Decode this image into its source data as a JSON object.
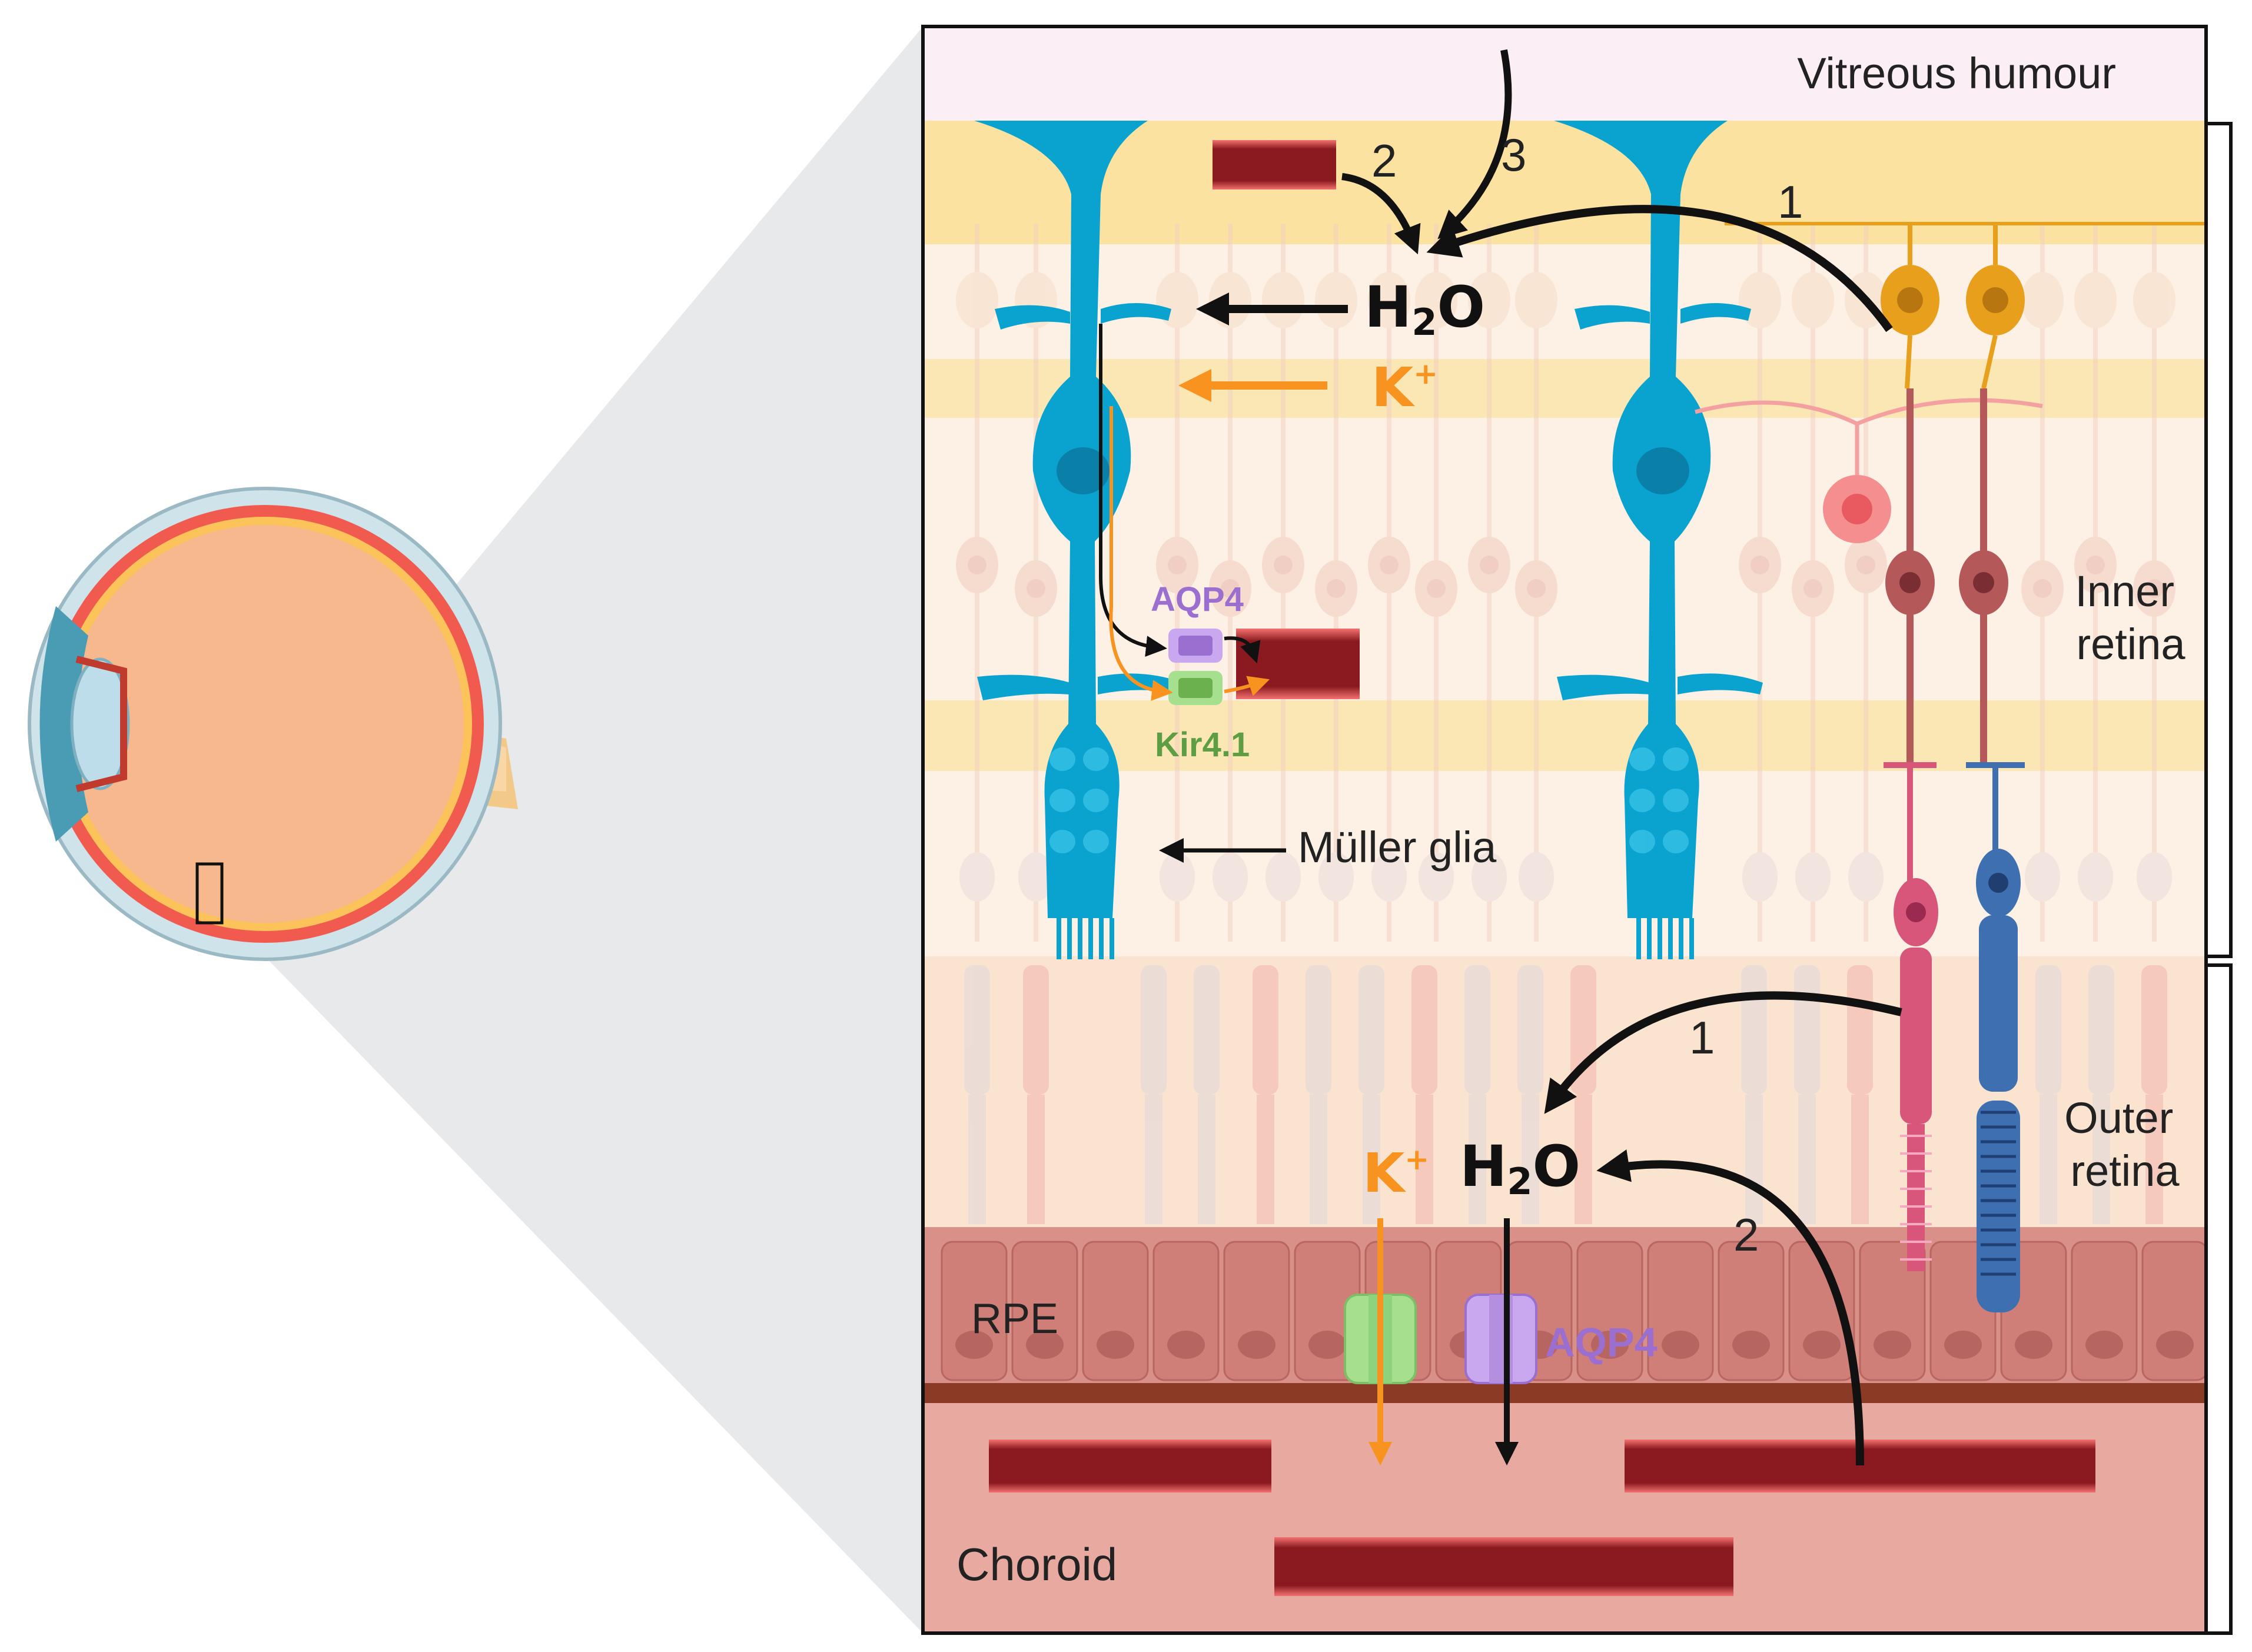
{
  "labels": {
    "vitreous": "Vitreous humour",
    "inner_retina": [
      "Inner",
      "retina"
    ],
    "outer_retina": [
      "Outer",
      "retina"
    ],
    "rpe": "RPE",
    "choroid": "Choroid",
    "muller": "Müller glia",
    "aqp4_top": "AQP4",
    "kir": "Kir4.1",
    "aqp4_bottom": "AQP4"
  },
  "inner_flux": {
    "water": "H",
    "water_sub": "2",
    "water_end": "O",
    "k": "K",
    "k_sup": "+",
    "sources": [
      "1",
      "2",
      "3"
    ]
  },
  "outer_flux": {
    "water": "H",
    "water_sub": "2",
    "water_end": "O",
    "k": "K",
    "k_sup": "+",
    "sources": [
      "1",
      "2"
    ]
  },
  "colors": {
    "vitreous": "#fbeef5",
    "plexiform": "#fbe2a0",
    "retina_bg": "#fdf1e6",
    "rpe": "#d99089",
    "choroid": "#e8aaa0",
    "muller": "#0aa3cf",
    "vessel": "#8a1a1f",
    "vessel_edge": "#f4716f",
    "water_arrow": "#111111",
    "k_arrow": "#f7931e",
    "aqp4": "#b48fe0",
    "kir": "#8fd27c",
    "eye_sclera": "#cfe3ea",
    "eye_inner": "#f8b88d"
  }
}
